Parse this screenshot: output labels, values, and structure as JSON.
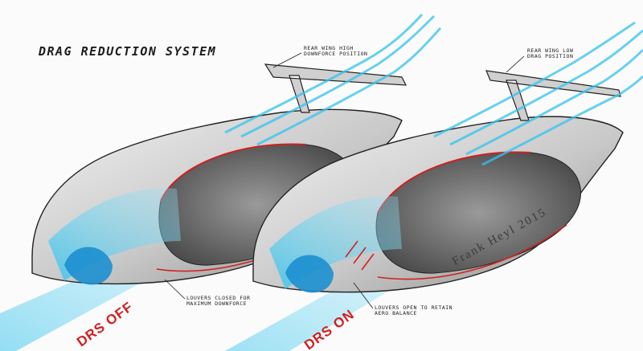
{
  "title": "Drag Reduction System",
  "notes": {
    "rear_wing_off": "Rear wing high downforce position",
    "rear_wing_on": "Rear wing low drag position",
    "louvers_off": "Louvers closed for maximum downforce",
    "louvers_on": "Louvers open to retain aero balance"
  },
  "labels": {
    "drs_off": "DRS OFF",
    "drs_on": "DRS ON"
  },
  "signature": "Frank Heyl 2015",
  "colors": {
    "airflow": "#35c3ec",
    "accent": "#d21f1f",
    "body": "#d9d9d9",
    "ink": "#1d1d1d"
  }
}
